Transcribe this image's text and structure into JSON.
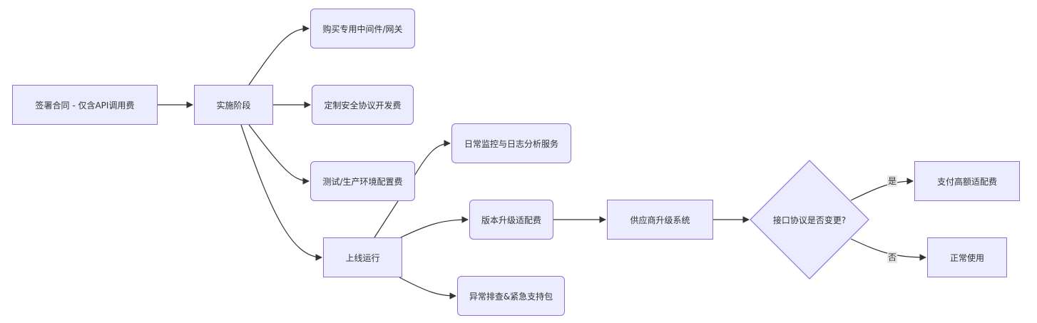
{
  "diagram": {
    "type": "flowchart",
    "direction": "LR",
    "colors": {
      "node_fill": "#ececff",
      "node_border": "#9370db",
      "edge": "#333333",
      "text": "#333333",
      "edge_label_bg": "#e8e8e8"
    },
    "nodes": {
      "A": {
        "label": "签署合同 - 仅含API调用费",
        "shape": "rect"
      },
      "B": {
        "label": "实施阶段",
        "shape": "rect"
      },
      "C": {
        "label": "购买专用中间件/网关",
        "shape": "round"
      },
      "D": {
        "label": "定制安全协议开发费",
        "shape": "round"
      },
      "E": {
        "label": "测试/生产环境配置费",
        "shape": "round"
      },
      "F": {
        "label": "上线运行",
        "shape": "rect"
      },
      "G": {
        "label": "日常监控与日志分析服务",
        "shape": "round"
      },
      "H": {
        "label": "版本升级适配费",
        "shape": "round"
      },
      "I": {
        "label": "异常排查&紧急支持包",
        "shape": "round"
      },
      "J": {
        "label": "供应商升级系统",
        "shape": "rect"
      },
      "K": {
        "label": "接口协议是否变更?",
        "shape": "diamond"
      },
      "L": {
        "label": "支付高额适配费",
        "shape": "rect"
      },
      "M": {
        "label": "正常使用",
        "shape": "rect"
      }
    },
    "edges": [
      {
        "from": "A",
        "to": "B",
        "label": ""
      },
      {
        "from": "B",
        "to": "C",
        "label": ""
      },
      {
        "from": "B",
        "to": "D",
        "label": ""
      },
      {
        "from": "B",
        "to": "E",
        "label": ""
      },
      {
        "from": "B",
        "to": "F",
        "label": ""
      },
      {
        "from": "F",
        "to": "G",
        "label": ""
      },
      {
        "from": "F",
        "to": "H",
        "label": ""
      },
      {
        "from": "F",
        "to": "I",
        "label": ""
      },
      {
        "from": "H",
        "to": "J",
        "label": ""
      },
      {
        "from": "J",
        "to": "K",
        "label": ""
      },
      {
        "from": "K",
        "to": "L",
        "label": "是"
      },
      {
        "from": "K",
        "to": "M",
        "label": "否"
      }
    ]
  }
}
